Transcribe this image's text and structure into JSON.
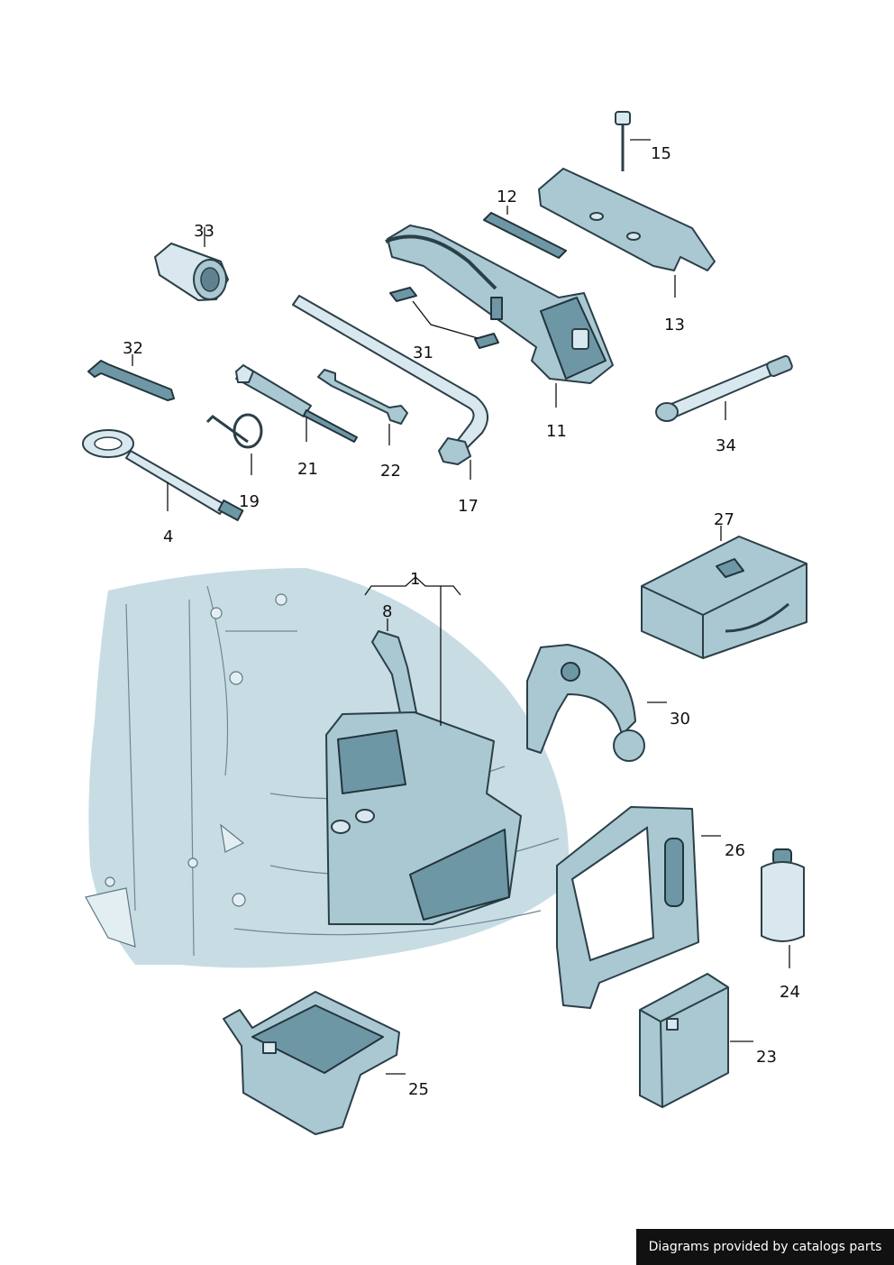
{
  "diagram": {
    "colors": {
      "part_fill": "#a9c8d2",
      "part_dark": "#6e97a6",
      "outline": "#2b3f48",
      "floor_shade": "#c8dce4"
    },
    "parts": [
      {
        "id": "p15",
        "label": "15",
        "icon": "pin-icon"
      },
      {
        "id": "p12",
        "label": "12",
        "icon": "strip-icon"
      },
      {
        "id": "p13",
        "label": "13",
        "icon": "jack-cover-icon"
      },
      {
        "id": "p33",
        "label": "33",
        "icon": "socket-icon"
      },
      {
        "id": "p31",
        "label": "31",
        "icon": "sticker-icon"
      },
      {
        "id": "p11",
        "label": "11",
        "icon": "car-jack-icon"
      },
      {
        "id": "p32",
        "label": "32",
        "icon": "hex-key-icon"
      },
      {
        "id": "p34",
        "label": "34",
        "icon": "extension-bar-icon"
      },
      {
        "id": "p21",
        "label": "21",
        "icon": "screwdriver-icon"
      },
      {
        "id": "p22",
        "label": "22",
        "icon": "wrench-icon"
      },
      {
        "id": "p19",
        "label": "19",
        "icon": "wire-clip-icon"
      },
      {
        "id": "p17",
        "label": "17",
        "icon": "wheel-brace-icon"
      },
      {
        "id": "p4",
        "label": "4",
        "icon": "towing-eye-icon"
      },
      {
        "id": "p27",
        "label": "27",
        "icon": "tool-case-icon"
      },
      {
        "id": "p1",
        "label": "1",
        "icon": "bracket-icon"
      },
      {
        "id": "p8",
        "label": "8",
        "icon": "strap-icon"
      },
      {
        "id": "p30",
        "label": "30",
        "icon": "tow-ball-icon"
      },
      {
        "id": "p26",
        "label": "26",
        "icon": "foam-insert-icon"
      },
      {
        "id": "p24",
        "label": "24",
        "icon": "bottle-icon"
      },
      {
        "id": "p25",
        "label": "25",
        "icon": "storage-tray-icon"
      },
      {
        "id": "p23",
        "label": "23",
        "icon": "box-icon"
      }
    ]
  },
  "footer": {
    "credit": "Diagrams provided by catalogs parts"
  }
}
